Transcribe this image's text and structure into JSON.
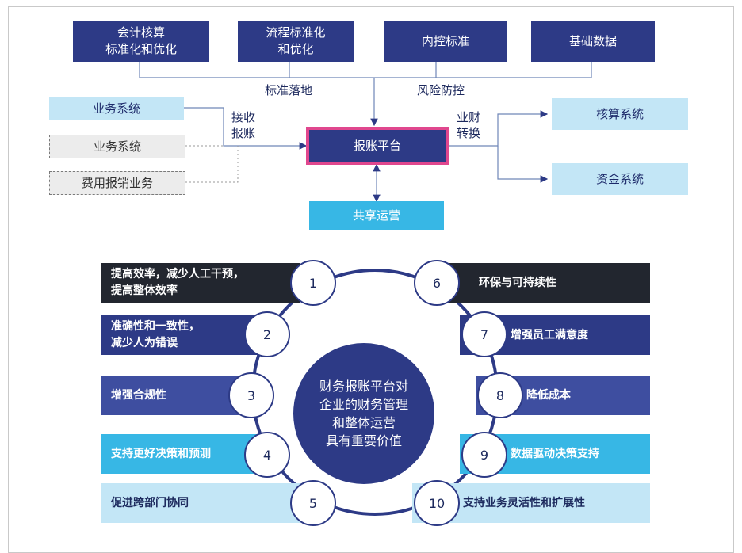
{
  "top": {
    "boxes": [
      "会计核算\n标准化和优化",
      "流程标准化\n和优化",
      "内控标准",
      "基础数据"
    ],
    "label_left": "标准落地",
    "label_right": "风险防控",
    "sources": [
      "业务系统",
      "业务系统",
      "费用报销业务"
    ],
    "label_receive": "接收\n报账",
    "center": "报账平台",
    "label_convert": "业财\n转换",
    "targets": [
      "核算系统",
      "资金系统"
    ],
    "shared": "共享运营"
  },
  "values": {
    "center_text": "财务报账平台对\n企业的财务管理\n和整体运营\n具有重要价值",
    "items": [
      {
        "n": "1",
        "text": "提高效率，减少人工干预，\n提高整体效率"
      },
      {
        "n": "2",
        "text": "准确性和一致性，\n减少人为错误"
      },
      {
        "n": "3",
        "text": "增强合规性"
      },
      {
        "n": "4",
        "text": "支持更好决策和预测"
      },
      {
        "n": "5",
        "text": "促进跨部门协同"
      },
      {
        "n": "6",
        "text": "环保与可持续性"
      },
      {
        "n": "7",
        "text": "增强员工满意度"
      },
      {
        "n": "8",
        "text": "降低成本"
      },
      {
        "n": "9",
        "text": "数据驱动决策支持"
      },
      {
        "n": "10",
        "text": "支持业务灵活性和扩展性"
      }
    ]
  },
  "colors": {
    "navy": "#2d3a86",
    "black": "#22262f",
    "light_blue": "#c3e6f6",
    "cyan": "#37b7e5",
    "pink_border": "#e0478e"
  }
}
